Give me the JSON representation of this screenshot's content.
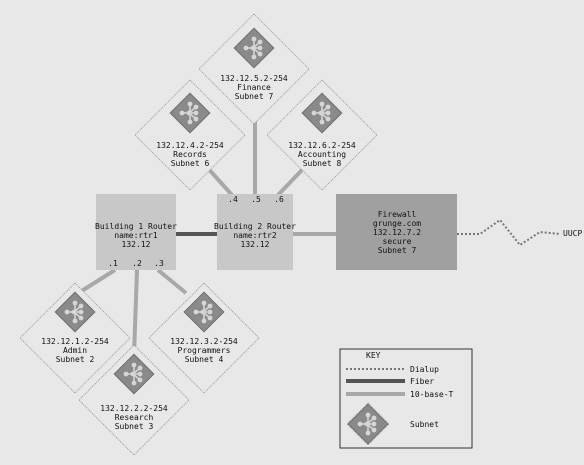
{
  "colors": {
    "background": "#e8e8e8",
    "router_fill": "#c8c8c8",
    "firewall_fill": "#a0a0a0",
    "fiber": "#555555",
    "tenbase": "#a8a8a8",
    "dialup": "#777777",
    "subnet_icon_bg": "#8a8a8a",
    "subnet_icon_node": "#d6d6d6",
    "diamond_outline": "#9a9a9a"
  },
  "routers": {
    "building1": {
      "title": "Building 1 Router",
      "name": "name:rtr1",
      "ip": "132.12"
    },
    "building2": {
      "title": "Building 2 Router",
      "name": "name:rtr2",
      "ip": "132.12"
    }
  },
  "firewall": {
    "title": "Firewall",
    "host": "grunge.com",
    "ip": "132.12.7.2",
    "zone": "secure",
    "subnet": "Subnet 7"
  },
  "uucp_label": "UUCP",
  "ports": {
    "b1": [
      ".1",
      ".2",
      ".3"
    ],
    "b2": [
      ".4",
      ".5",
      ".6"
    ]
  },
  "subnets": {
    "finance": {
      "range": "132.12.5.2-254",
      "name": "Finance",
      "subnet": "Subnet 7"
    },
    "records": {
      "range": "132.12.4.2-254",
      "name": "Records",
      "subnet": "Subnet 6"
    },
    "accounting": {
      "range": "132.12.6.2-254",
      "name": "Accounting",
      "subnet": "Subnet 8"
    },
    "admin": {
      "range": "132.12.1.2-254",
      "name": "Admin",
      "subnet": "Subnet 2"
    },
    "programmers": {
      "range": "132.12.3.2-254",
      "name": "Programmers",
      "subnet": "Subnet 4"
    },
    "research": {
      "range": "132.12.2.2-254",
      "name": "Research",
      "subnet": "Subnet 3"
    }
  },
  "key": {
    "title": "KEY",
    "dialup": "Dialup",
    "fiber": "Fiber",
    "tenbase": "10-base-T",
    "subnet": "Subnet"
  }
}
